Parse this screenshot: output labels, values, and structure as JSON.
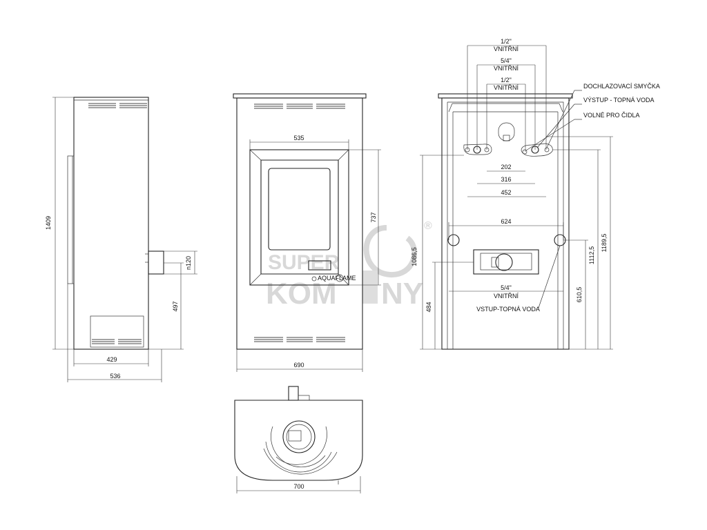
{
  "dims": {
    "side_height": "1409",
    "side_width_inner": "429",
    "side_width_outer": "536",
    "flue_height": "497",
    "flue_diameter": "n120",
    "front_width": "690",
    "door_width": "535",
    "door_height": "737",
    "front_brand": "AQUAFLAME",
    "back_conn_height": "1086,5",
    "back_h_lower": "484",
    "back_h_610": "610,5",
    "back_h_1112": "1112,5",
    "back_h_1189": "1189,5",
    "spacing_202": "202",
    "spacing_316": "316",
    "spacing_452": "452",
    "spacing_624": "624",
    "top_width": "700"
  },
  "pipe_labels": {
    "p1_size": "1/2\"",
    "p1_type": "VNITŘNÍ",
    "p2_size": "5/4\"",
    "p2_type": "VNITŘNÍ",
    "p3_size": "1/2\"",
    "p3_type": "VNITŘNÍ",
    "p4_size": "5/4\"",
    "p4_type": "VNITŘNÍ"
  },
  "callouts": {
    "cooling_loop": "DOCHLAZOVACÍ SMYČKA",
    "hot_water_out": "VÝSTUP - TOPNÁ VODA",
    "sensor_free": "VOLNÉ PRO ČIDLA",
    "hot_water_in": "VSTUP-TOPNÁ VODA"
  },
  "watermark": {
    "line1": "SUPER",
    "line2": "KOM",
    "line3": "NY",
    "registered": "®"
  }
}
